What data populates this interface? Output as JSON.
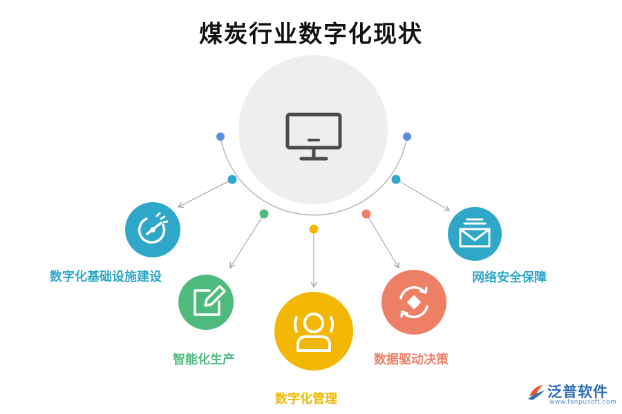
{
  "title": "煤炭行业数字化现状",
  "center": {
    "icon": "monitor-icon"
  },
  "items": [
    {
      "label": "数字化基础设施建设",
      "icon": "speedometer-icon",
      "color": "#2fa7c9"
    },
    {
      "label": "智能化生产",
      "icon": "edit-pencil-icon",
      "color": "#4fba7e"
    },
    {
      "label": "数字化管理",
      "icon": "user-icon",
      "color": "#f2b705"
    },
    {
      "label": "数据驱动决策",
      "icon": "refresh-cycle-icon",
      "color": "#ee7f67"
    },
    {
      "label": "网络安全保障",
      "icon": "mail-envelope-icon",
      "color": "#2fa7c9"
    }
  ],
  "logo": {
    "name": "泛普软件",
    "url": "www.fanpusoft.com"
  }
}
